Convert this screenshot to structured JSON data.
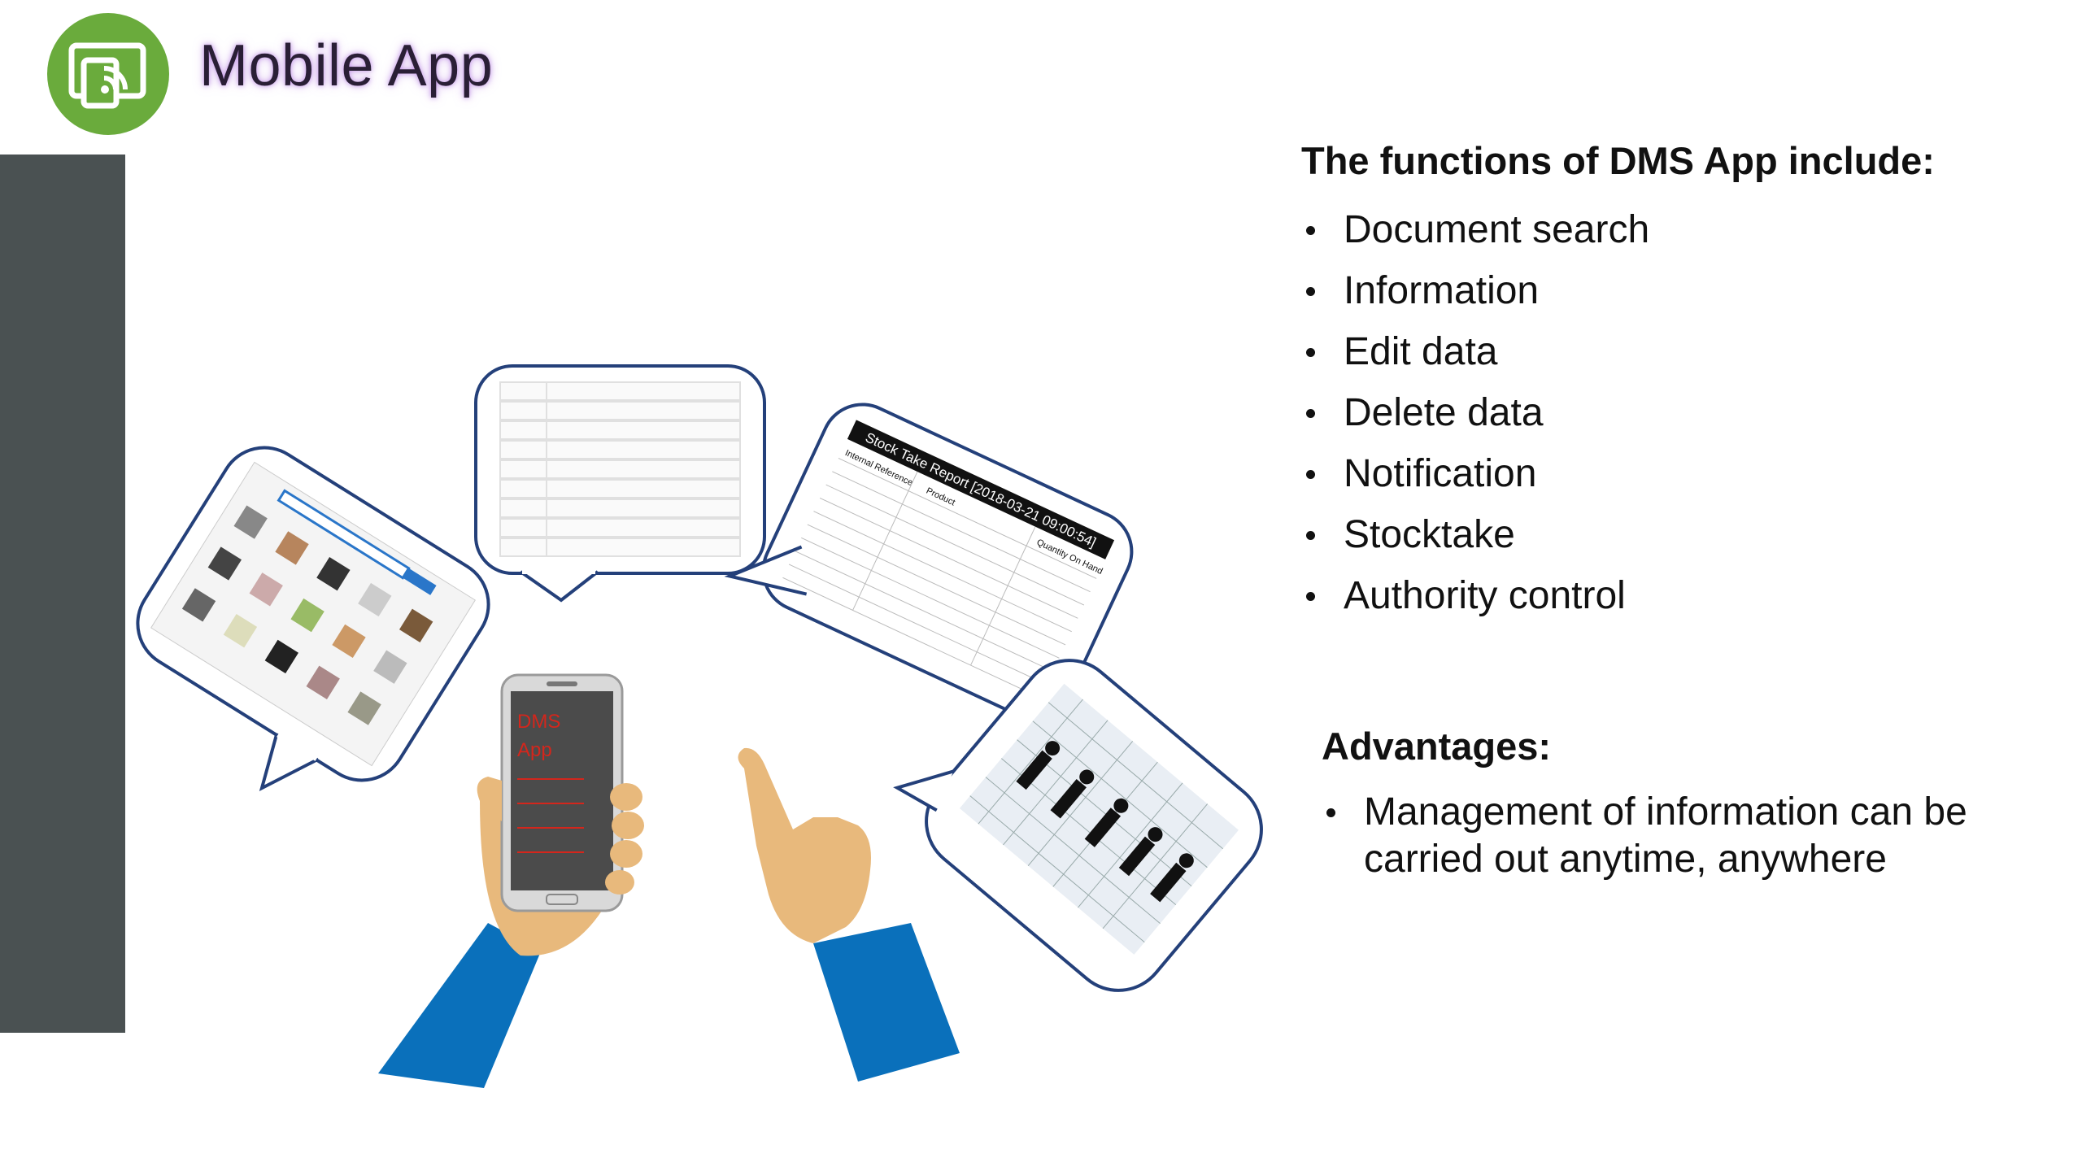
{
  "header": {
    "title": "Mobile App",
    "logo_icon": "mobile-cast-icon",
    "logo_color": "#6aab3c"
  },
  "functions": {
    "heading": "The functions of DMS App include:",
    "items": [
      "Document search",
      "Information",
      "Edit data",
      "Delete data",
      "Notification",
      "Stocktake",
      "Authority control"
    ]
  },
  "advantages": {
    "heading": "Advantages:",
    "items": [
      "Management of information can be carried out anytime, anywhere"
    ]
  },
  "illustration": {
    "phone_text_line1": "DMS",
    "phone_text_line2": "App",
    "report_title": "Stock Take Report [2018-03-21 09:00:54]",
    "report_col1": "Internal Reference",
    "report_col2": "Product",
    "report_col3": "Quantity On Hand",
    "colors": {
      "sleeve": "#0a70bb",
      "skin": "#e8b97c",
      "bubble_border": "#24407a",
      "band": "#4a5152"
    }
  }
}
